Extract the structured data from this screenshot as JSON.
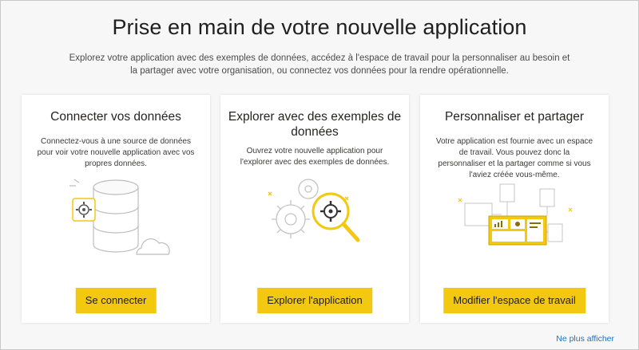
{
  "page": {
    "title": "Prise en main de votre nouvelle application",
    "subtitle": "Explorez votre application avec des exemples de données, accédez à l'espace de travail pour la personnaliser au besoin et la partager avec votre organisation, ou connectez vos données pour la rendre opérationnelle."
  },
  "cards": [
    {
      "title": "Connecter vos données",
      "description": "Connectez-vous à une source de données pour voir votre nouvelle application avec vos propres données.",
      "button": "Se connecter",
      "icon": "database-cloud-icon"
    },
    {
      "title": "Explorer avec des exemples de données",
      "description": "Ouvrez votre nouvelle application pour l'explorer avec des exemples de données.",
      "button": "Explorer l'application",
      "icon": "gears-magnifier-icon"
    },
    {
      "title": "Personnaliser et partager",
      "description": "Votre application est fournie avec un espace de travail. Vous pouvez donc la personnaliser et la partager comme si vous l'aviez créée vous-même.",
      "button": "Modifier l'espace de travail",
      "icon": "dashboard-share-icon"
    }
  ],
  "footer": {
    "dismiss_link": "Ne plus afficher"
  },
  "colors": {
    "accent": "#f2c811",
    "link": "#1a73c8",
    "card_bg": "#ffffff",
    "page_bg": "#f7f7f7"
  }
}
